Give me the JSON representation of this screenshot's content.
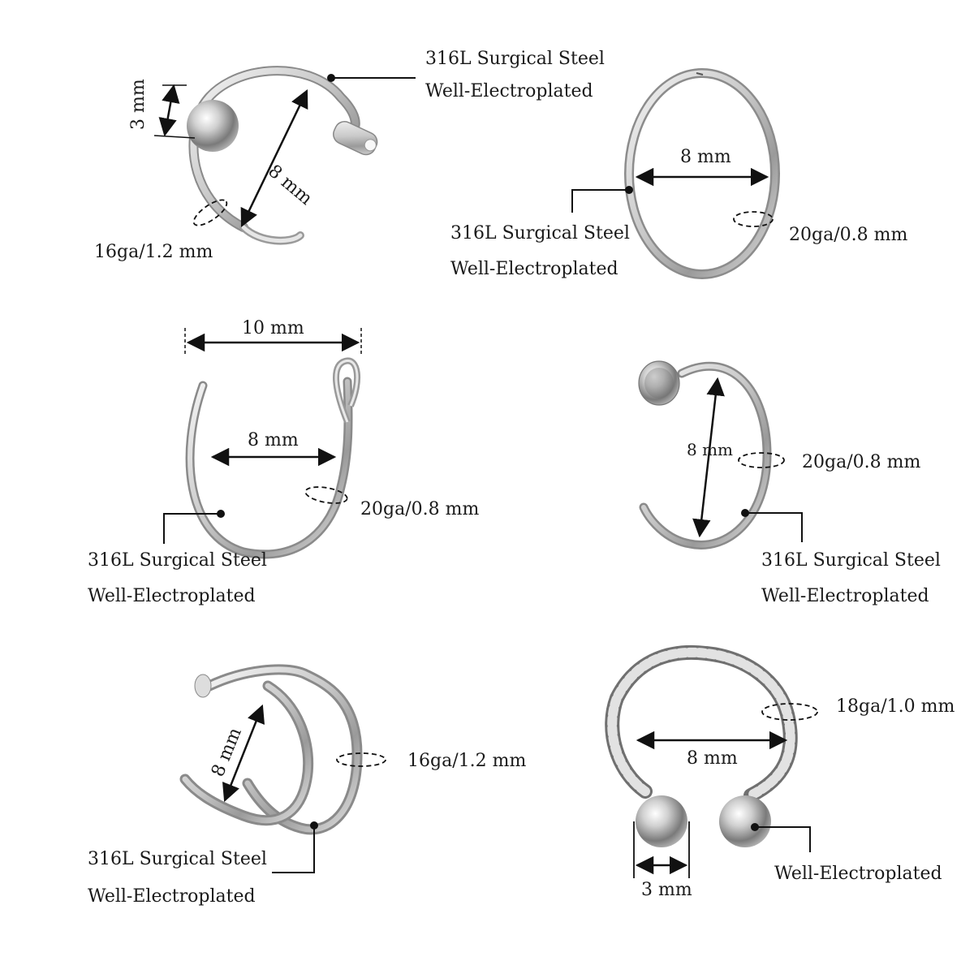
{
  "panels": {
    "p1": {
      "material": "316L Surgical Steel",
      "finish": "Well-Electroplated",
      "bead": "3 mm",
      "diameter": "8 mm",
      "gauge": "16ga/1.2 mm"
    },
    "p2": {
      "diameter": "8 mm",
      "material": "316L Surgical Steel",
      "finish": "Well-Electroplated",
      "gauge": "20ga/0.8 mm"
    },
    "p3": {
      "width": "10 mm",
      "diameter": "8 mm",
      "gauge": "20ga/0.8 mm",
      "material": "316L Surgical Steel",
      "finish": "Well-Electroplated"
    },
    "p4": {
      "diameter": "8 mm",
      "gauge": "20ga/0.8 mm",
      "material": "316L Surgical Steel",
      "finish": "Well-Electroplated"
    },
    "p5": {
      "diameter": "8 mm",
      "gauge": "16ga/1.2 mm",
      "material": "316L Surgical Steel",
      "finish": "Well-Electroplated"
    },
    "p6": {
      "gauge": "18ga/1.0 mm",
      "diameter": "8 mm",
      "bead": "3 mm",
      "finish": "Well-Electroplated"
    }
  },
  "colors": {
    "steel_light": "#f2f2f2",
    "steel_mid": "#c8c8c8",
    "steel_dark": "#8a8a8a",
    "line": "#111111"
  }
}
